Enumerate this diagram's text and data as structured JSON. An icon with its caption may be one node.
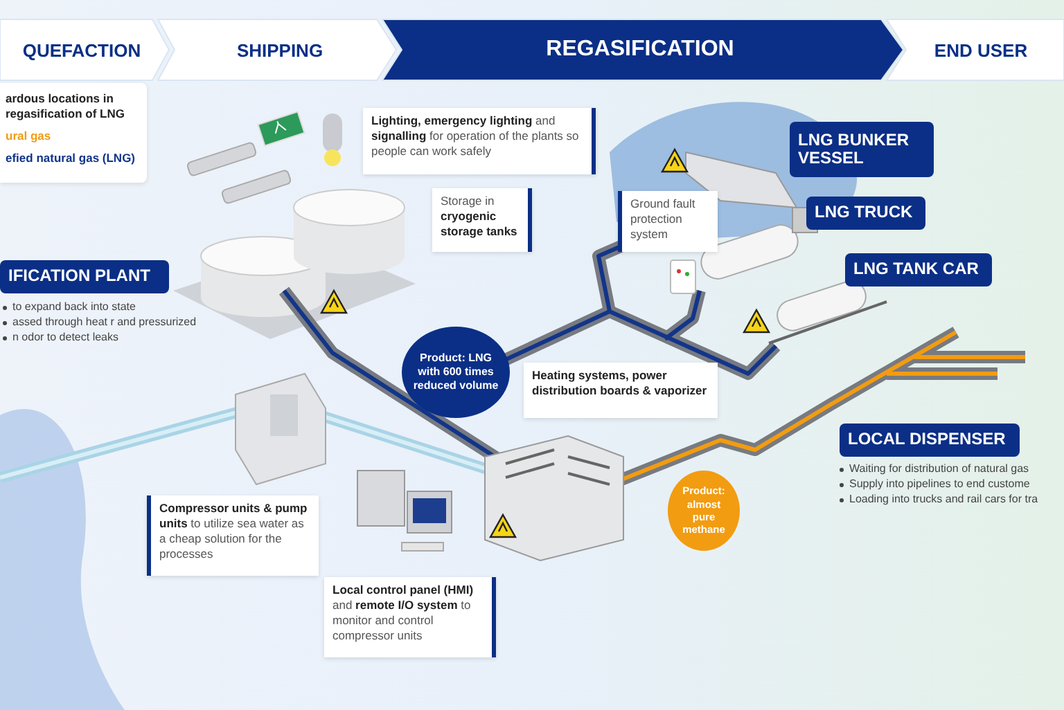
{
  "diagram": {
    "nodes": [
      {
        "text": [
          "QUEFACTION"
        ]
      },
      {
        "text": [
          "SHIPPING"
        ]
      },
      {
        "text": [
          "REGASIFICATION"
        ]
      },
      {
        "text": [
          "END USER"
        ]
      },
      {
        "text": [
          "IFICATION PLANT"
        ],
        "beside": [
          "to expand back into state",
          "assed through heat r and pressurized",
          "n odor to detect leaks"
        ]
      },
      {
        "text": [
          "**Lighting, emergency lighting** and **signalling** for operation of the plants so people can work safely"
        ]
      },
      {
        "text": [
          "Storage in **cryogenic storage tanks**"
        ]
      },
      {
        "text": [
          "Ground fault protection system"
        ]
      },
      {
        "text": [
          "LNG BUNKER VESSEL"
        ]
      },
      {
        "text": [
          "LNG TRUCK"
        ]
      },
      {
        "text": [
          "LNG TANK CAR"
        ]
      },
      {
        "text": [
          "Product: LNG with 600 times reduced volume"
        ]
      },
      {
        "text": [
          "Heating systems, power distribution boards & vaporizer"
        ]
      },
      {
        "text": [
          "LOCAL DISPENSER"
        ],
        "beside": [
          "Waiting for distribution of natural gas",
          "Supply into pipelines to end custome",
          "Loading into trucks and rail cars for tra"
        ]
      },
      {
        "text": [
          "Product: almost pure methane"
        ]
      },
      {
        "text": [
          "**Compressor units & pump units** to utilize sea water as a cheap solution for the processes"
        ]
      },
      {
        "text": [
          "**Local control panel (HMI)** and **remote I/O system** to monitor and control compressor units"
        ]
      }
    ],
    "labels": [
      "ardous locations in regasification of LNG"
    ],
    "legend": [
      {
        "text": "ural gas",
        "color": "#f29c11"
      },
      {
        "text": "efied natural gas (LNG)",
        "color": "#12358a"
      }
    ]
  }
}
